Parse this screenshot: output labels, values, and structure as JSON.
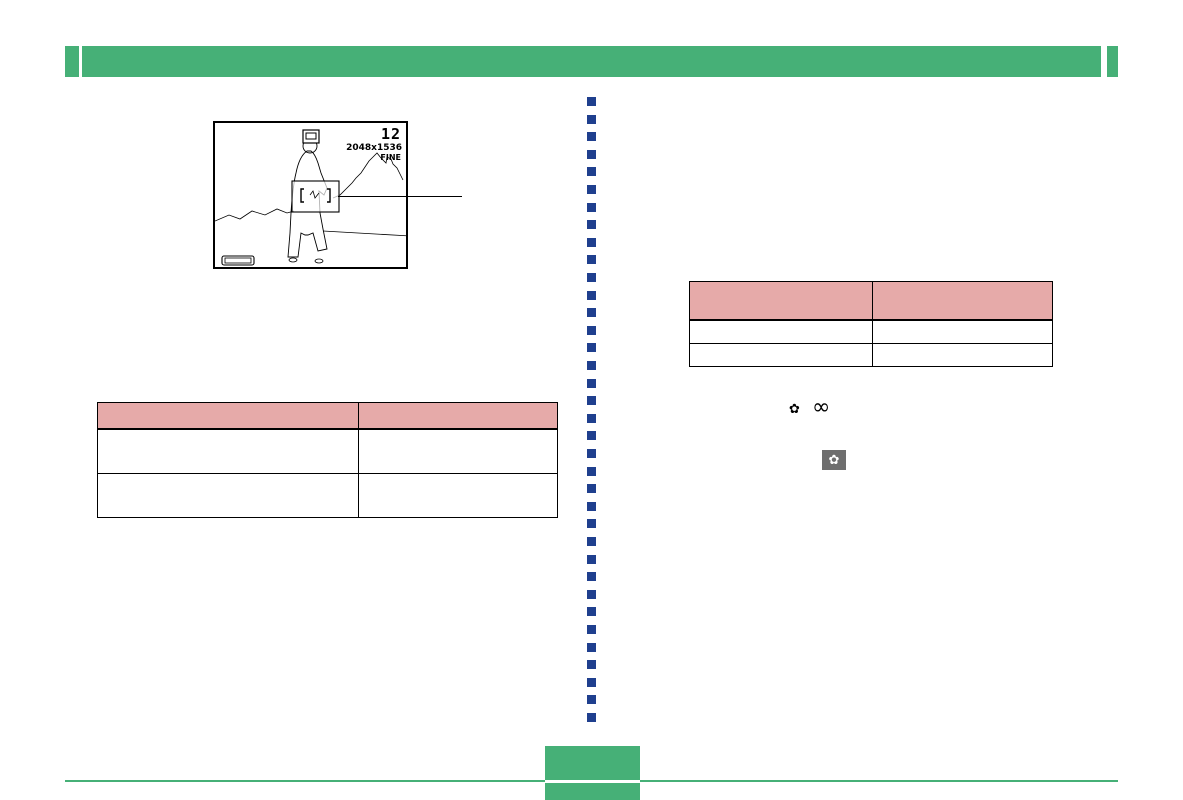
{
  "header": {
    "color": "#46b077"
  },
  "camera_display": {
    "shots_remaining": "12",
    "image_size": "2048x1536",
    "quality": "FINE",
    "icons": [
      "record-mode-icon",
      "focus-frame-icon",
      "battery-icon"
    ]
  },
  "left_table": {
    "header_color": "#e6aaa9",
    "columns": [
      "",
      ""
    ],
    "rows": [
      [
        "",
        ""
      ],
      [
        "",
        ""
      ]
    ]
  },
  "right_table": {
    "header_color": "#e6aaa9",
    "columns": [
      "",
      ""
    ],
    "rows": [
      [
        "",
        ""
      ],
      [
        "",
        ""
      ]
    ]
  },
  "inline_icons": {
    "macro_symbol": "✿",
    "infinity_symbol": "∞",
    "macro_boxed_symbol": "✿"
  },
  "divider": {
    "marker_color": "#1f3f8e",
    "marker_count": 36
  },
  "footer": {
    "color": "#46b077",
    "page_number": ""
  }
}
